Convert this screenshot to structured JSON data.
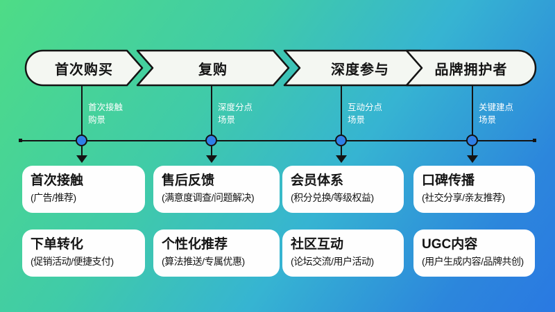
{
  "stages": [
    {
      "label": "首次购买"
    },
    {
      "label": "复购"
    },
    {
      "label": "深度参与"
    },
    {
      "label": "品牌拥护者"
    }
  ],
  "touchpoints": [
    {
      "line1": "首次接触",
      "line2": "购景"
    },
    {
      "line1": "深度分点",
      "line2": "场景"
    },
    {
      "line1": "互动分点",
      "line2": "场景"
    },
    {
      "line1": "关键建点",
      "line2": "场景"
    }
  ],
  "cards": [
    {
      "title": "首次接触",
      "subtitle": "(广告/推荐)"
    },
    {
      "title": "售后反馈",
      "subtitle": "(满意度调查/问题解决)"
    },
    {
      "title": "会员体系",
      "subtitle": "(积分兑换/等级权益)"
    },
    {
      "title": "口碑传播",
      "subtitle": "(社交分享/亲友推荐)"
    },
    {
      "title": "下单转化",
      "subtitle": "(促销活动/便捷支付)"
    },
    {
      "title": "个性化推荐",
      "subtitle": "(算法推送/专属优惠)"
    },
    {
      "title": "社区互动",
      "subtitle": "(论坛交流/用户活动)"
    },
    {
      "title": "UGC内容",
      "subtitle": "(用户生成内容/品牌共创)"
    }
  ],
  "colors": {
    "background_green": "#4EDC86",
    "background_teal": "#36B4D2",
    "background_blue": "#2A79E2",
    "stage_fill": "#F4F7F2",
    "stroke": "#141414",
    "node_blue": "#2F80E8",
    "card_background": "#FEFEFE",
    "touchpoint_text": "#FFFFFF"
  }
}
